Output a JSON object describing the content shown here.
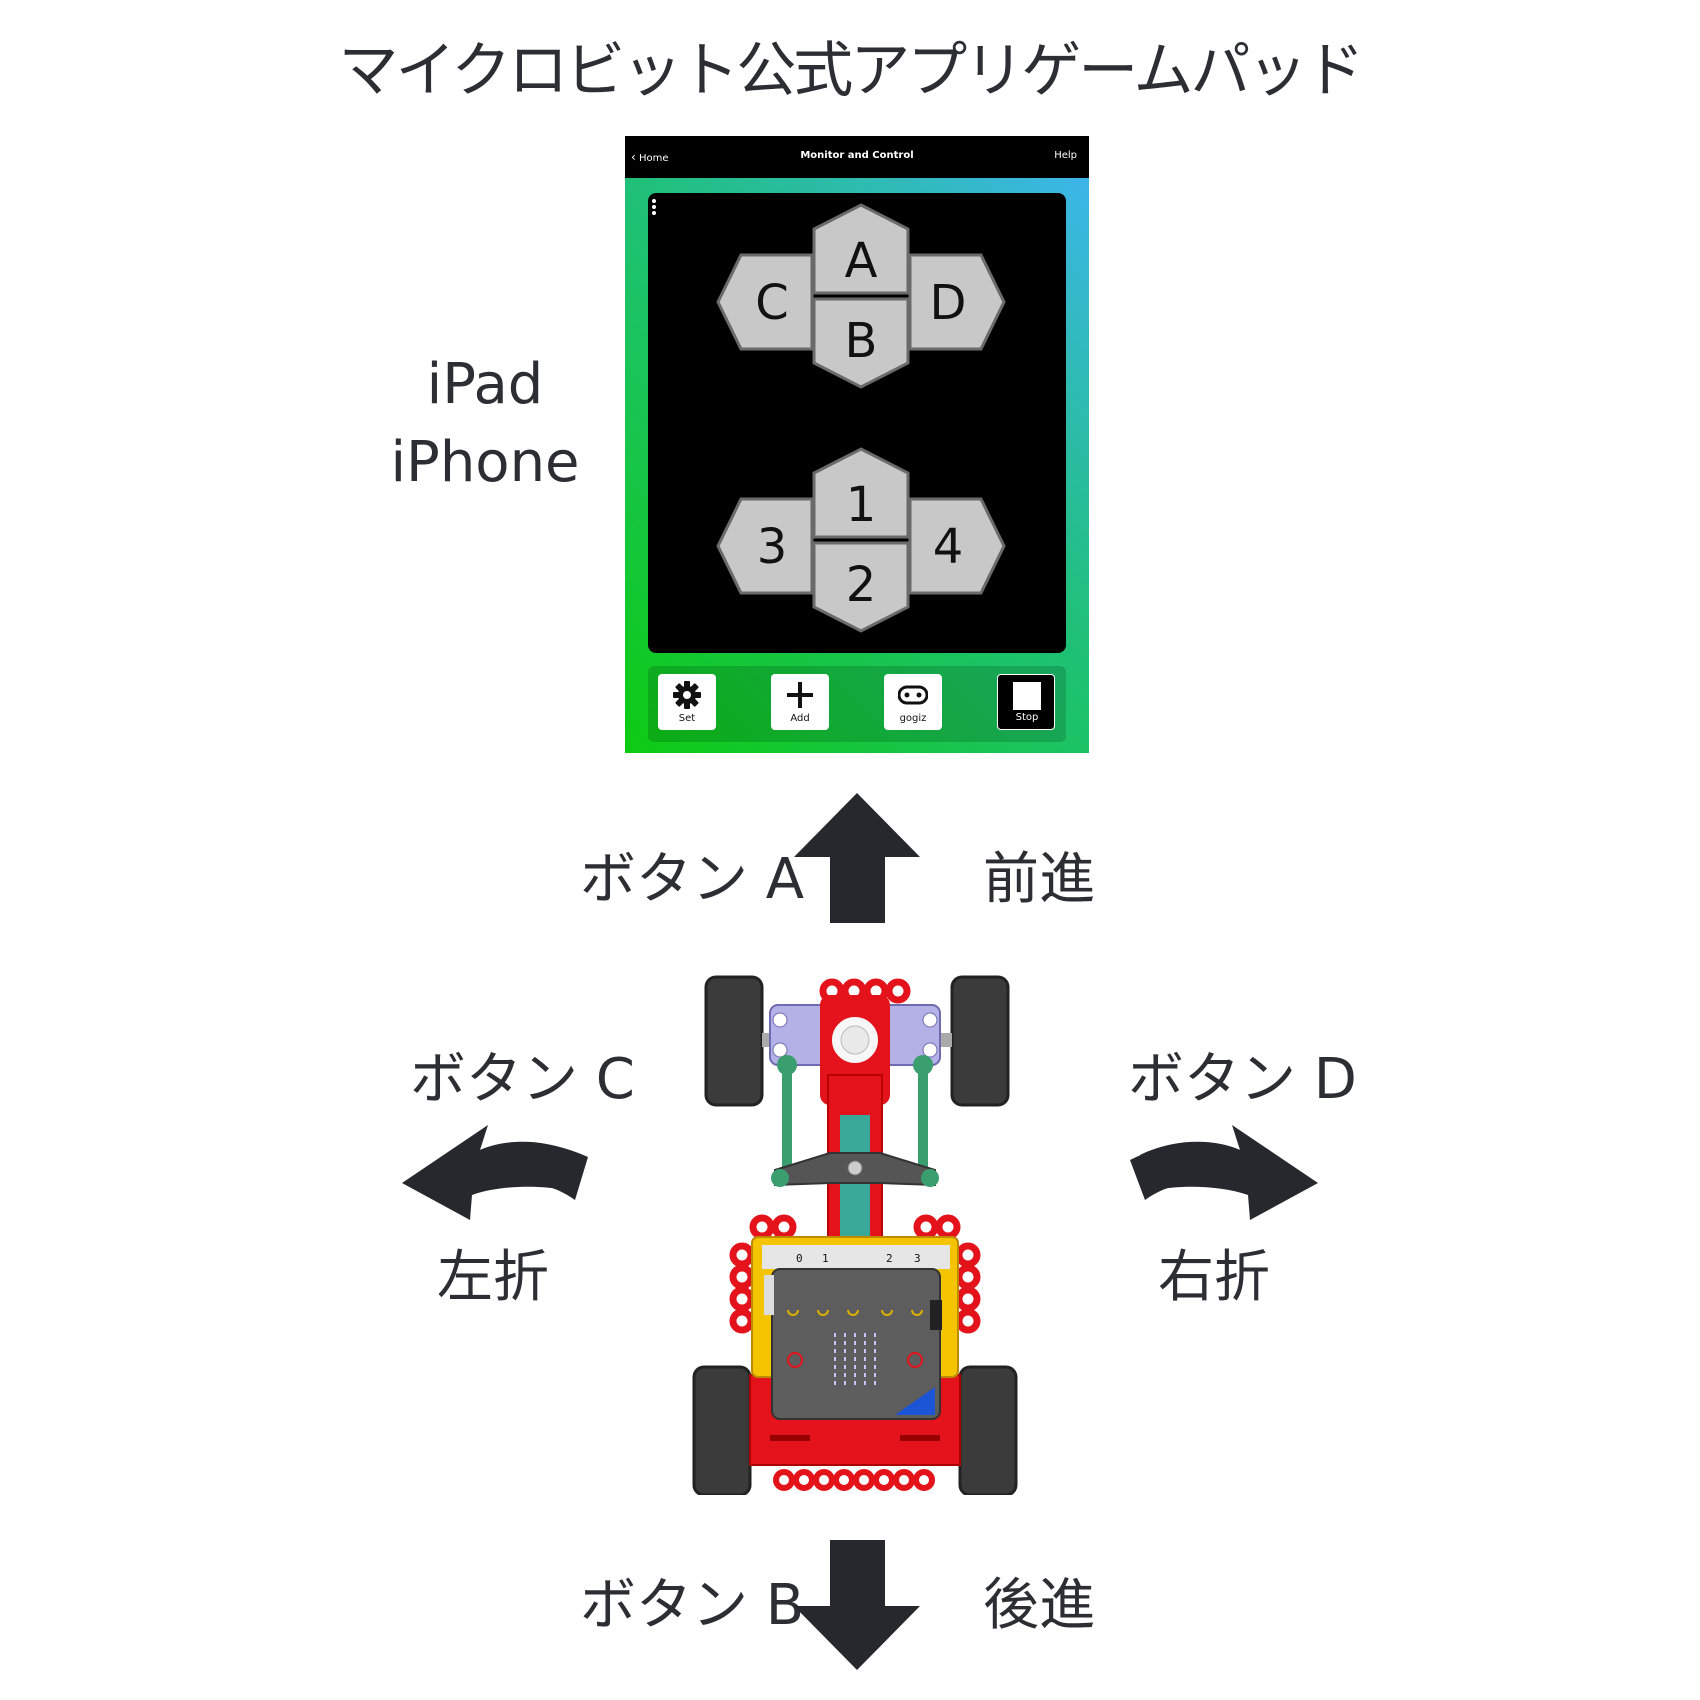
{
  "title": "マイクロビット公式アプリゲームパッド",
  "device_labels": [
    "iPad",
    "iPhone"
  ],
  "app": {
    "nav": {
      "back_label": "Home",
      "title": "Monitor and Control",
      "help_label": "Help"
    },
    "pad_top": {
      "up": "A",
      "down": "B",
      "left": "C",
      "right": "D"
    },
    "pad_bottom": {
      "up": "1",
      "down": "2",
      "left": "3",
      "right": "4"
    },
    "toolbar": [
      {
        "label": "Set",
        "icon": "gear-icon"
      },
      {
        "label": "Add",
        "icon": "plus-icon"
      },
      {
        "label": "gogiz",
        "icon": "microbit-icon"
      },
      {
        "label": "Stop",
        "icon": "stop-icon"
      }
    ]
  },
  "controls": {
    "forward": {
      "button": "ボタン A",
      "action": "前進"
    },
    "backward": {
      "button": "ボタン B",
      "action": "後進"
    },
    "left": {
      "button": "ボタン C",
      "action": "左折"
    },
    "right": {
      "button": "ボタン D",
      "action": "右折"
    }
  },
  "robot": {
    "pin_labels": [
      "0",
      "1",
      "2",
      "3"
    ]
  },
  "colors": {
    "arrow": "#25282d",
    "hex_button": "#c8c8c8",
    "robot_red": "#e4131b",
    "robot_yellow": "#f5c400",
    "robot_lavender": "#b3b1e6",
    "robot_green": "#3a9e6e",
    "microbit_gray": "#5d5d5d",
    "wheel": "#3b3b3b"
  }
}
